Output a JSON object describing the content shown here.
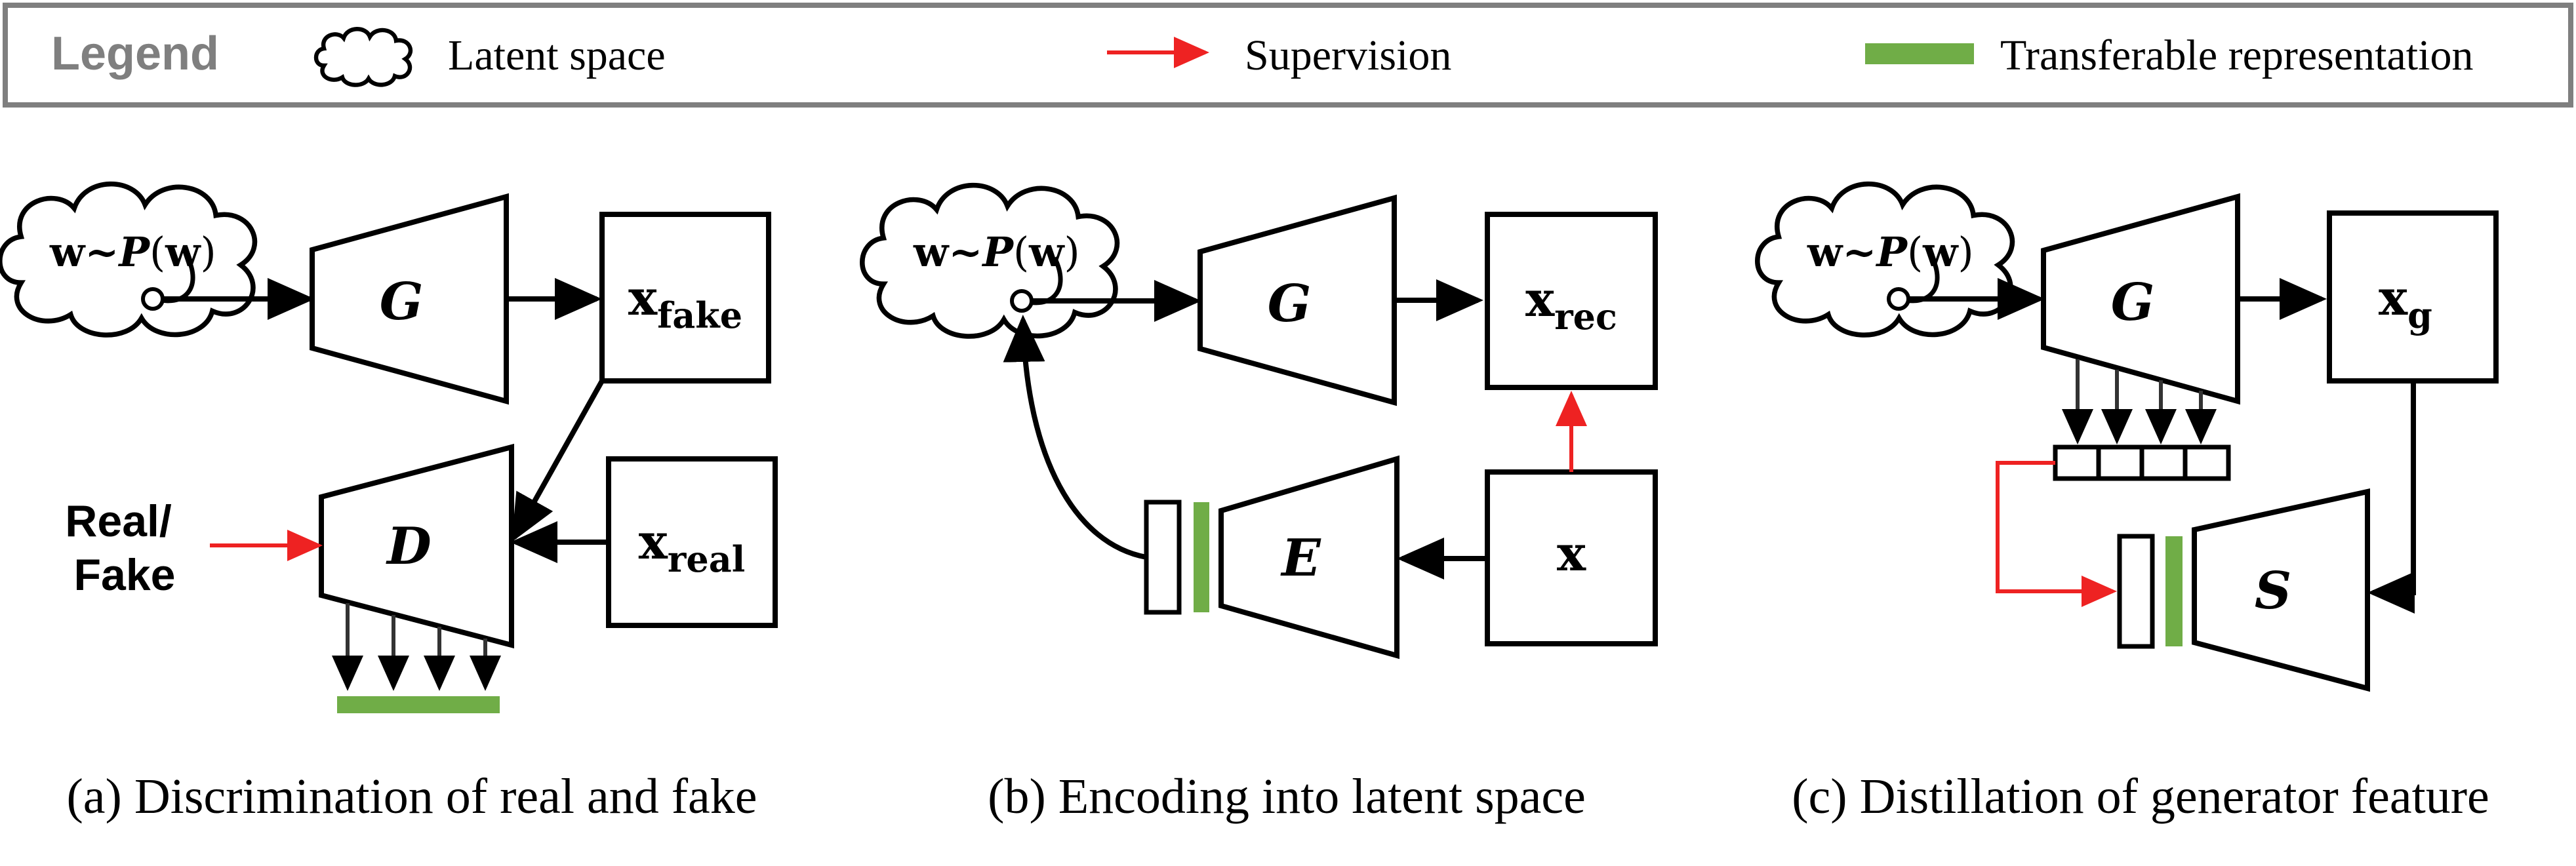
{
  "legend": {
    "title": "Legend",
    "latent_space_label": "Latent space",
    "supervision_label": "Supervision",
    "transferable_label": "Transferable representation"
  },
  "panel_a": {
    "latent_main": "w",
    "latent_tilde": "~",
    "latent_P": "P",
    "latent_open": "(",
    "latent_arg": "w",
    "latent_close": ")",
    "generator": "G",
    "fake_base": "x",
    "fake_sub": "fake",
    "real_base": "x",
    "real_sub": "real",
    "discriminator": "D",
    "realfake_line1": "Real/",
    "realfake_line2": "Fake",
    "caption": "(a) Discrimination of real and fake"
  },
  "panel_b": {
    "latent_main": "w",
    "latent_tilde": "~",
    "latent_P": "P",
    "latent_open": "(",
    "latent_arg": "w",
    "latent_close": ")",
    "generator": "G",
    "rec_base": "x",
    "rec_sub": "rec",
    "x_label": "x",
    "encoder": "E",
    "caption": "(b) Encoding into latent space"
  },
  "panel_c": {
    "latent_main": "w",
    "latent_tilde": "~",
    "latent_P": "P",
    "latent_open": "(",
    "latent_arg": "w",
    "latent_close": ")",
    "generator": "G",
    "g_base": "x",
    "g_sub": "g",
    "student": "S",
    "caption": "(c) Distillation of generator feature"
  },
  "colors": {
    "supervision": "#ee2222",
    "transferable": "#70ad47",
    "legend_border": "#7f7f7f",
    "legend_title": "#7f7f7f",
    "stroke": "#000000"
  }
}
